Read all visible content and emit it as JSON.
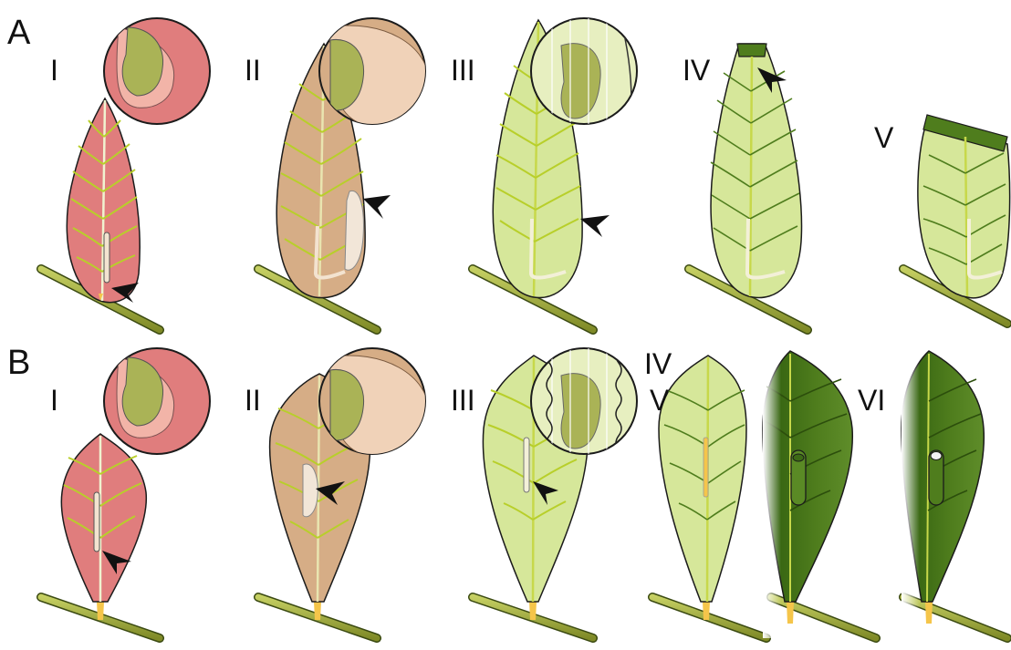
{
  "rows": [
    {
      "label": "A",
      "stages": [
        "I",
        "II",
        "III",
        "IV",
        "V"
      ]
    },
    {
      "label": "B",
      "stages": [
        "I",
        "II",
        "III",
        "IV",
        "V",
        "VI"
      ]
    }
  ],
  "colors": {
    "stem": "#a9b54a",
    "stem_dark": "#3b4a12",
    "leaf_red": "#e07d7d",
    "leaf_tan": "#d6ad86",
    "leaf_light_green": "#d6e79a",
    "leaf_dark_green": "#4f7d1d",
    "vein": "#b8cf2a",
    "larva": "#aab356",
    "petiole": "#f5c54a",
    "outline": "#1b1b1b"
  }
}
